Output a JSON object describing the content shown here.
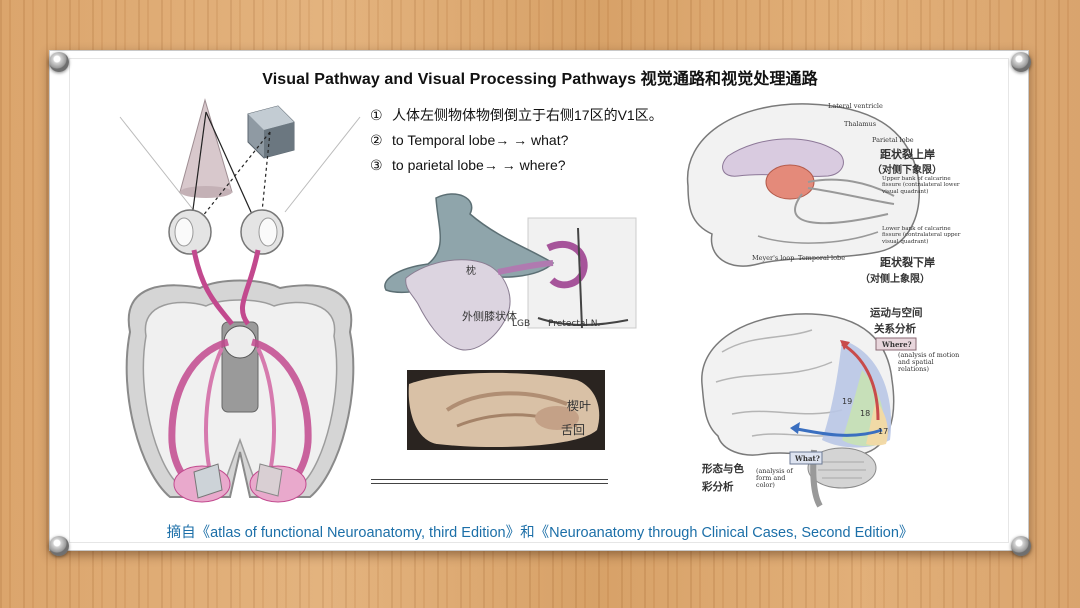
{
  "title": "Visual Pathway and Visual Processing Pathways 视觉通路和视觉处理通路",
  "points": [
    {
      "num": "①",
      "text": "人体左侧物体物倒倒立于右侧17区的V1区。"
    },
    {
      "num": "②",
      "text": "to Temporal lobe→ → what?"
    },
    {
      "num": "③",
      "text": "to parietal lobe→ → where?"
    }
  ],
  "caption": "摘自《atlas of functional Neuroanatomy, third Edition》和《Neuroanatomy through Clinical Cases, Second Edition》",
  "thalamus_labels": {
    "pillow": "枕",
    "lgn_cn": "外侧膝状体",
    "lgb": "LGB",
    "pretectal": "Pretectal N."
  },
  "section_labels": {
    "cuneus": "楔叶",
    "lingual": "舌回"
  },
  "meyer_diagram": {
    "lateral_ventricle": "Lateral ventricle",
    "thalamus": "Thalamus",
    "parietal_lobe": "Parietal lobe",
    "upper_bank_cn": "距状裂上岸",
    "upper_bank_cn_sub": "（对侧下象限）",
    "upper_bank_en": "Upper bank of calcarine fissure (contralateral lower visual quadrant)",
    "lower_bank_en": "Lower bank of calcarine fissure (contralateral upper visual quadrant)",
    "lower_bank_cn": "距状裂下岸",
    "lower_bank_cn_sub": "（对侧上象限）",
    "meyers_loop": "Meyer's loop",
    "temporal_lobe": "Temporal lobe"
  },
  "streams_diagram": {
    "where_cn": "运动与空间",
    "where_cn_2": "关系分析",
    "where_label": "Where?",
    "where_desc": "(analysis of motion and spatial relations)",
    "what_cn": "形态与色",
    "what_cn_2": "彩分析",
    "what_label": "What?",
    "what_desc": "(analysis of form and color)",
    "areas": [
      "19",
      "18",
      "17"
    ]
  },
  "colors": {
    "accent_blue": "#1c6fa8",
    "pathway_pink": "#c2498e",
    "board_white": "#ffffff",
    "wood": "#d9a46c"
  }
}
